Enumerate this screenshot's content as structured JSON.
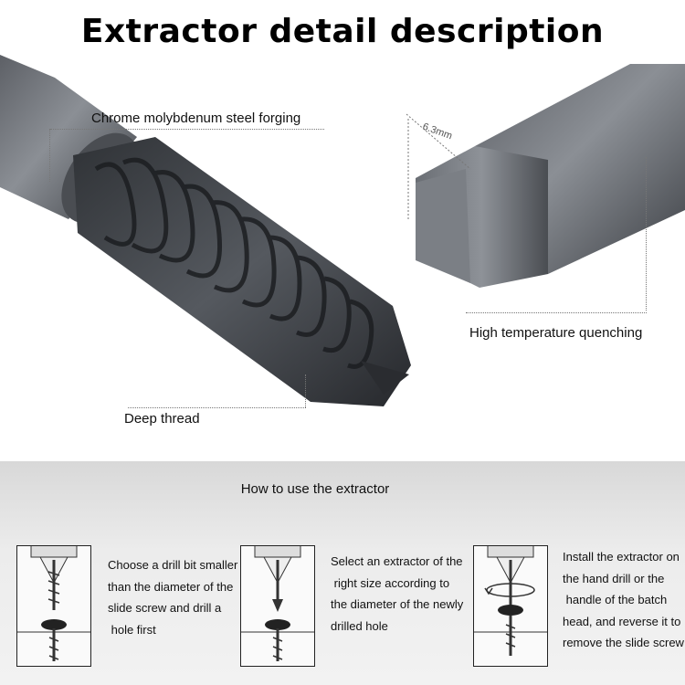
{
  "title": "Extractor detail description",
  "labels": {
    "material": "Chrome molybdenum steel forging",
    "quenching": "High temperature quenching",
    "thread": "Deep thread",
    "dimension": "6.3mm"
  },
  "how_to": {
    "heading": "How to use the extractor",
    "steps": [
      {
        "text": "Choose a drill bit smaller\nthan the diameter of the\nslide screw and drill a\n hole first"
      },
      {
        "text": "Select an extractor of the\n right size according to\nthe diameter of the newly\ndrilled hole"
      },
      {
        "text": "Install the extractor on\nthe hand drill or the\n handle of the batch\nhead, and reverse it to\nremove the slide screw"
      }
    ]
  },
  "colors": {
    "steel_dark": "#3a3d42",
    "steel_mid": "#6b6f75",
    "steel_light": "#9a9ea4",
    "panel": "#e6e6e6"
  }
}
